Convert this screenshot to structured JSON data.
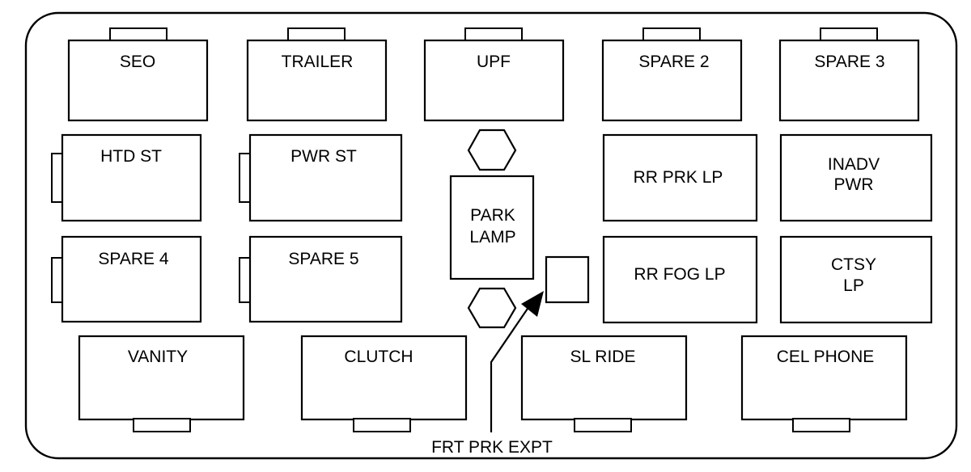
{
  "fuses": {
    "seo": "SEO",
    "trailer": "TRAILER",
    "upf": "UPF",
    "spare2": "SPARE 2",
    "spare3": "SPARE 3",
    "htd_st": "HTD ST",
    "pwr_st": "PWR ST",
    "rr_prk_lp": "RR PRK LP",
    "inadv_pwr_1": "INADV",
    "inadv_pwr_2": "PWR",
    "spare4": "SPARE 4",
    "spare5": "SPARE 5",
    "rr_fog_lp": "RR FOG LP",
    "ctsy_lp_1": "CTSY",
    "ctsy_lp_2": "LP",
    "vanity": "VANITY",
    "clutch": "CLUTCH",
    "sl_ride": "SL RIDE",
    "cel_phone": "CEL PHONE",
    "park_lamp_1": "PARK",
    "park_lamp_2": "LAMP"
  },
  "callout": "FRT PRK EXPT",
  "colors": {
    "line": "#000000",
    "background": "#ffffff"
  }
}
